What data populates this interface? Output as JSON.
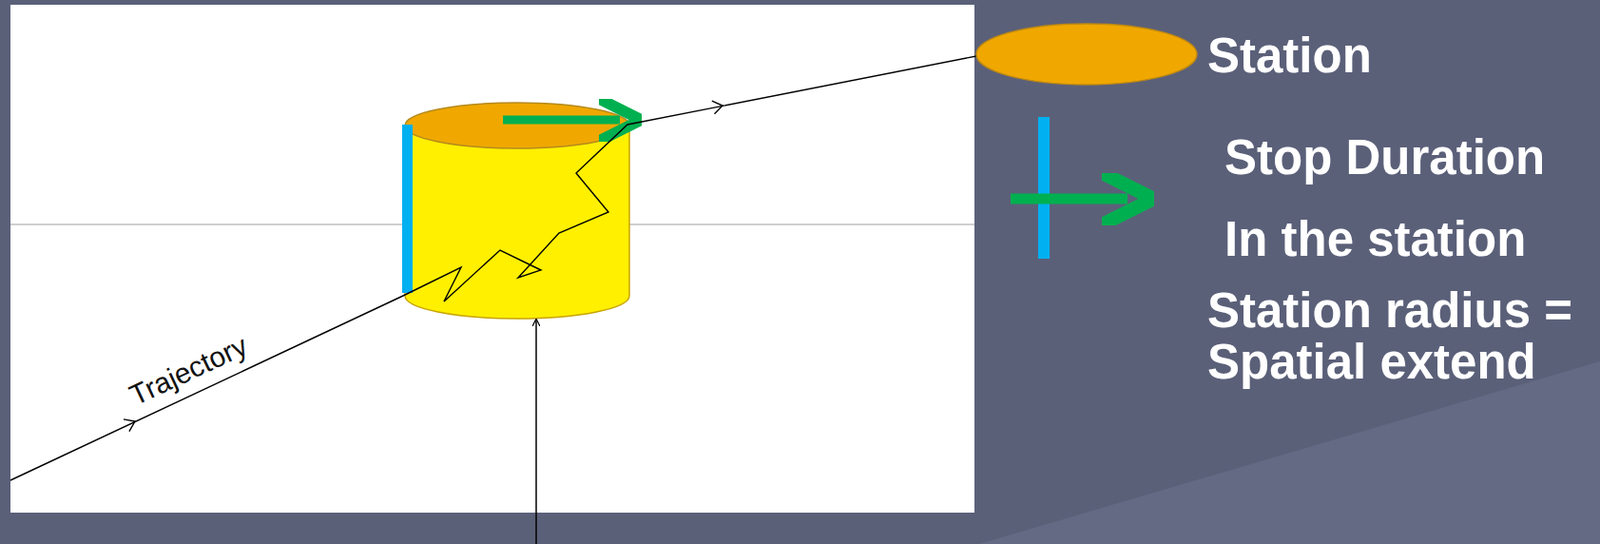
{
  "diagram": {
    "labels": [
      "Trajectory"
    ],
    "legend": [
      {
        "text": "Station",
        "color": "#f0a800"
      },
      {
        "text": "Stop Duration In the station"
      },
      {
        "text": "Station radius = Spatial extend"
      }
    ]
  }
}
